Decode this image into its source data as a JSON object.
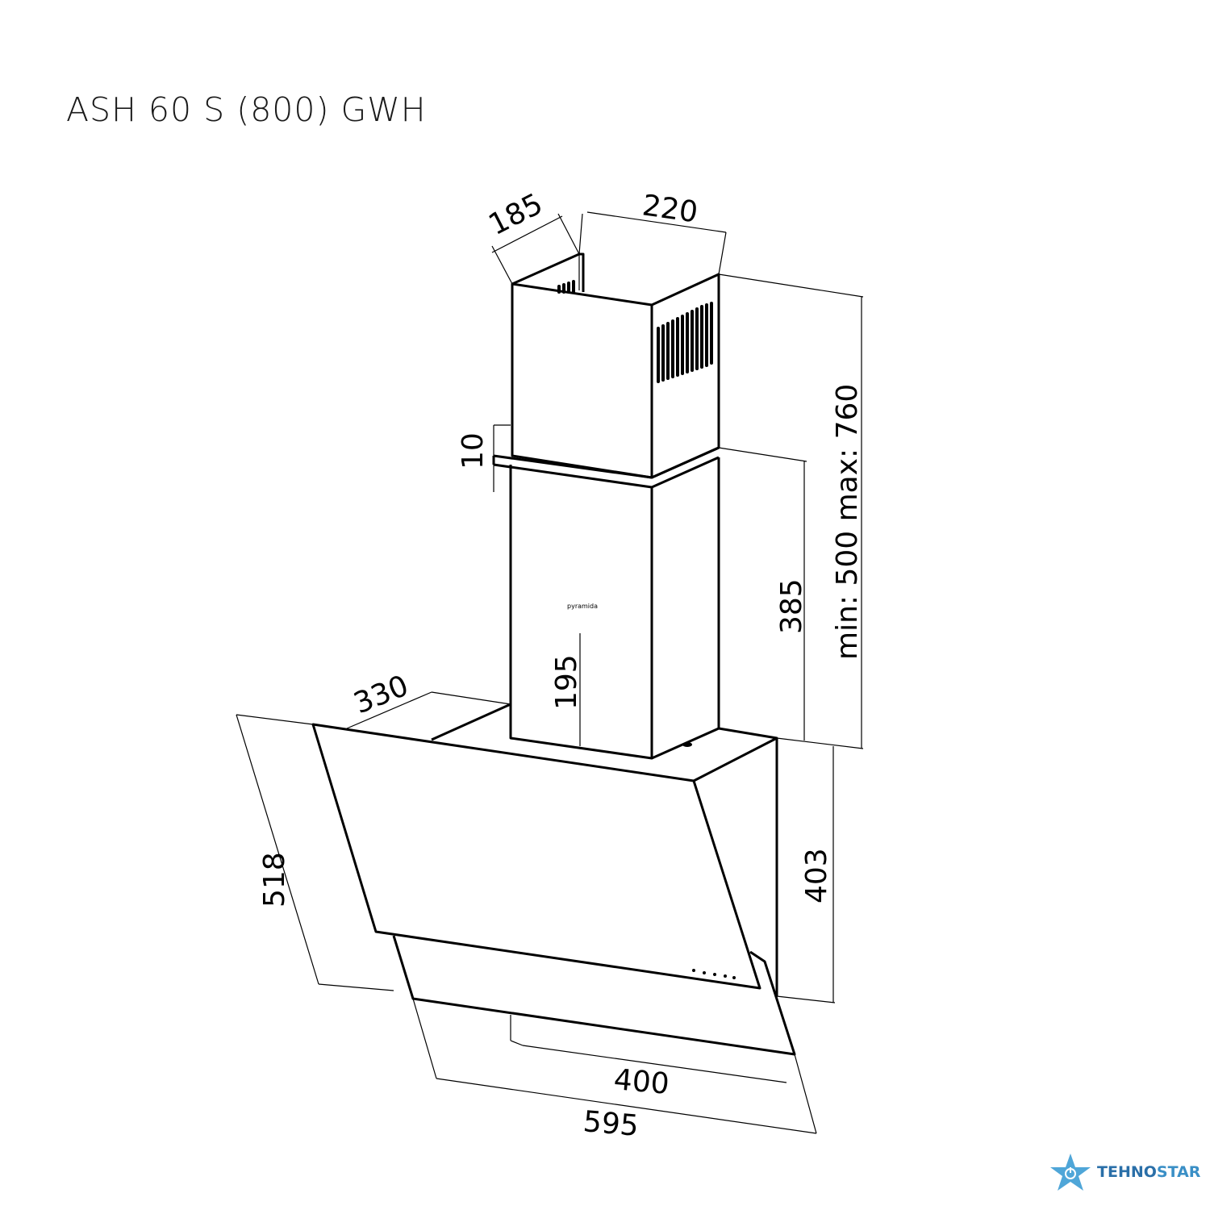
{
  "title": "ASH 60 S (800) GWH",
  "dimensions": {
    "chimney_depth": "185",
    "chimney_width": "220",
    "chimney_height": "min: 500  max: 760",
    "lower_chimney": "385",
    "gap": "10",
    "inner": "195",
    "hood_depth": "330",
    "hood_height": "403",
    "glass_height": "518",
    "width": "595",
    "inner_width": "400"
  },
  "brand_mark": "pyramida",
  "watermark": {
    "part1": "TEHNO",
    "part2": "STAR",
    "color": "#3a8fc6"
  }
}
